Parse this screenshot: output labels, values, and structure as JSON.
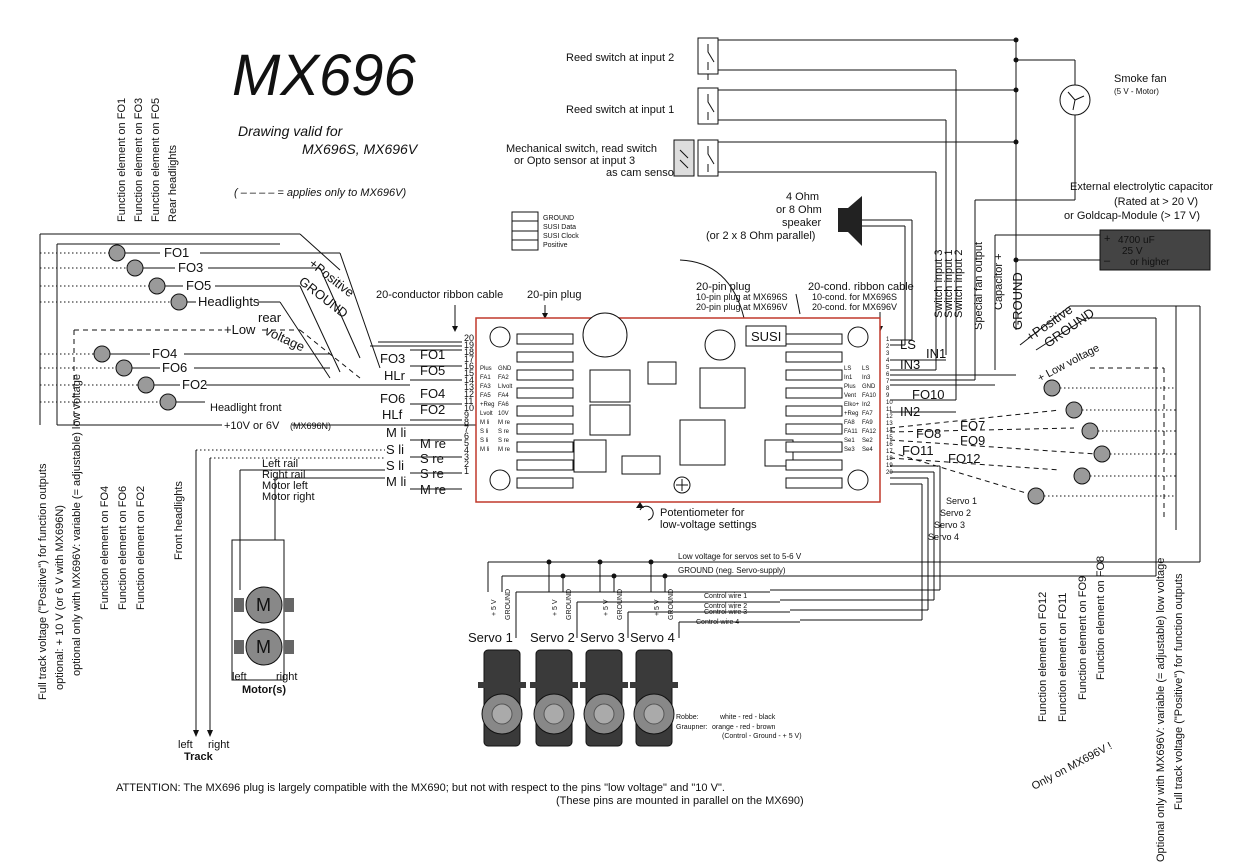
{
  "title": "MX696",
  "subtitle": {
    "line1": "Drawing valid for",
    "line2": "MX696S, MX696V"
  },
  "legend_note": "( – – – –  = applies only to MX696V)",
  "left_vertical_labels": [
    "Full track voltage (\"Positive\") for function outputs",
    "optional: + 10 V (or 6 V with MX696N)",
    "optional only with MX696V: variable (= adjustable) low voltage"
  ],
  "left_top_labels": [
    "Function element on FO1",
    "Function element on FO3",
    "Function element on FO5",
    "Rear headlights"
  ],
  "left_bottom_labels": [
    "Function element on FO4",
    "Function element on FO6",
    "Function element on FO2",
    "Front headlights"
  ],
  "left_outputs": {
    "fo1": "FO1",
    "fo3": "FO3",
    "fo5": "FO5",
    "headlights": "Headlights",
    "rear": "rear",
    "fo4": "FO4",
    "fo6": "FO6",
    "fo2": "FO2",
    "headlight_front": "Headlight front",
    "positive": "+Positive",
    "ground": "GROUND",
    "low": "+Low",
    "voltage": "voltage",
    "ten_v": "+10V or 6V",
    "mx696n": "(MX696N)"
  },
  "plug_left_labels": [
    "FO3",
    "FO1",
    "HLr",
    "FO5",
    "FO6",
    "FO4",
    "HLf",
    "FO2",
    "M li",
    "M re",
    "S li",
    "S re",
    "S li",
    "S re",
    "M li",
    "M re"
  ],
  "rail_labels": [
    "Left rail",
    "Right rail",
    "Motor left",
    "Motor right"
  ],
  "ribbon_left": "20-conductor ribbon cable",
  "plug_20_left": "20-pin plug",
  "susi_box": [
    "GROUND",
    "SUSI Data",
    "SUSI Clock",
    "Positive"
  ],
  "plug_20_right": {
    "title": "20-pin plug",
    "l1": "10-pin plug at MX696S",
    "l2": "20-pin plug at MX696V"
  },
  "ribbon_right": {
    "title": "20-cond. ribbon cable",
    "l1": "10-cond. for MX696S",
    "l2": "20-cond. for MX696V"
  },
  "susi_label": "SUSI",
  "potentiometer": {
    "l1": "Potentiometer for",
    "l2": "low-voltage settings"
  },
  "speaker": [
    "4 Ohm",
    "or 8 Ohm",
    "speaker",
    "(or 2 x 8 Ohm parallel)"
  ],
  "reed2": "Reed switch at input 2",
  "reed1": "Reed switch at input 1",
  "mech": [
    "Mechanical switch, read switch",
    "or Opto sensor at input 3",
    "as cam sensor"
  ],
  "smoke_fan": {
    "title": "Smoke fan",
    "sub": "(5 V - Motor)"
  },
  "capacitor": {
    "title": "External electrolytic capacitor",
    "l1": "(Rated at > 20 V)",
    "l2": "or Goldcap-Module (> 17 V)",
    "plus": "+",
    "minus": "–",
    "v1": "4700 uF",
    "v2": "25 V",
    "v3": "or higher"
  },
  "right_vertical_top": [
    "Switch input 3",
    "Switch input 1",
    "Switch input 2",
    "Special fan output",
    "Capacitor +",
    "GROUND"
  ],
  "right_plug_labels": [
    "LS",
    "IN3",
    "IN1",
    "FO10",
    "IN2",
    "FO7",
    "FO8",
    "FO9",
    "FO11",
    "FO12"
  ],
  "right_outputs": {
    "positive": "+Positive",
    "ground": "GROUND",
    "low": "+ Low voltage"
  },
  "servo_wires": [
    "Servo 1",
    "Servo 2",
    "Servo 3",
    "Servo 4"
  ],
  "servo_bus": {
    "low": "Low voltage for servos set to 5-6 V",
    "ground": "GROUND (neg. Servo-supply)"
  },
  "control_wires": [
    "Control wire 1",
    "Control wire 2",
    "Control wire 3",
    "Control wire 4"
  ],
  "servo_pins": [
    "+ 5 V",
    "GROUND"
  ],
  "servos": [
    "Servo 1",
    "Servo 2",
    "Servo 3",
    "Servo 4"
  ],
  "robbe": {
    "name": "Robbe:",
    "colors": "white  -  red  -  black"
  },
  "graupner": {
    "name": "Graupner:",
    "colors": "orange  -  red  -  brown",
    "sub": "(Control - Ground - + 5 V)"
  },
  "motor": {
    "left": "left",
    "right": "right",
    "title": "Motor(s)",
    "symbol": "M"
  },
  "track": {
    "left": "left",
    "right": "right",
    "title": "Track"
  },
  "right_bottom_labels": [
    "Function element on FO12",
    "Function element on FO11",
    "Function element on FO9",
    "Function element on FO8"
  ],
  "only_mx696v": "Only on MX696V !",
  "right_vertical_labels": [
    "Optional only with MX696V: variable (= adjustable) low voltage",
    "Full track voltage (\"Positive\") for function outputs"
  ],
  "attention": {
    "l1": "ATTENTION: The MX696 plug is largely compatible with the MX690; but not with respect to the pins \"low voltage\" and \"10 V\".",
    "l2": "(These pins are mounted in parallel on the MX690)"
  },
  "pcb_left_pins": [
    "Plus",
    "FA1",
    "FA3",
    "FA5",
    "+Reg",
    "Lvolt",
    "M li",
    "S li",
    "S li",
    "M li"
  ],
  "pcb_left_pins2": [
    "GND",
    "FA2",
    "LIvolt",
    "FA4",
    "FA6",
    "10V",
    "M re",
    "S re",
    "S re",
    "M re"
  ],
  "pcb_right_pins": [
    "LS",
    "In1",
    "Plus",
    "Vent",
    "Elko+",
    "+Reg",
    "FA8",
    "FA11",
    "Se1",
    "Se3"
  ],
  "pcb_right_pins2": [
    "LS",
    "In3",
    "GND",
    "FA10",
    "In2",
    "FA7",
    "FA9",
    "FA12",
    "Se2",
    "Se4"
  ],
  "pin_numbers_left": [
    "20",
    "19",
    "18",
    "17",
    "16",
    "15",
    "14",
    "13",
    "12",
    "11",
    "10",
    "9",
    "8",
    "7",
    "6",
    "5",
    "4",
    "3",
    "2",
    "1"
  ],
  "pin_numbers_right": [
    "1",
    "2",
    "3",
    "4",
    "5",
    "6",
    "7",
    "8",
    "9",
    "10",
    "11",
    "12",
    "13",
    "14",
    "15",
    "16",
    "17",
    "18",
    "19",
    "20"
  ]
}
